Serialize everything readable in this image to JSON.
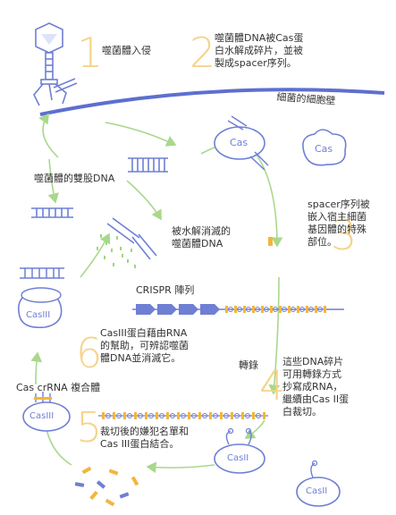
{
  "steps": [
    {
      "number": "1",
      "text": "噬菌體入侵"
    },
    {
      "number": "2",
      "text": "噬菌體DNA被Cas蛋\n白水解成碎片，並被\n製成spacer序列。"
    },
    {
      "number": "3",
      "text": "spacer序列被\n嵌入宿主細菌\n基因體的特殊\n部位。"
    },
    {
      "number": "4",
      "text": "這些DNA碎片\n可用轉錄方式\n抄寫成RNA，\n繼續由Cas II蛋\n白裁切。"
    },
    {
      "number": "5",
      "text": "裁切後的嫌犯名單和\nCas III蛋白結合。"
    },
    {
      "number": "6",
      "text": "CasIII蛋白藉由RNA\n的幫助，可辨認噬菌\n體DNA並消滅它。"
    }
  ],
  "labels": {
    "cell_wall": "細菌的細胞壁",
    "phage_dsdna": "噬菌體的雙股DNA",
    "hydrolyzed": "被水解消滅的\n噬菌體DNA",
    "crispr_array": "CRISPR 陣列",
    "transcription": "轉錄",
    "crrna_complex": "Cas crRNA 複合體"
  },
  "proteins": {
    "cas_a": "Cas",
    "cas_b": "Cas",
    "cas_iii_a": "CasIII",
    "cas_iii_b": "CasIII",
    "cas_ii_a": "CasII",
    "cas_ii_b": "CasII"
  },
  "colors": {
    "blue": "#6f7fd4",
    "light_blue": "#aab8ee",
    "green_arrow": "#a9d88c",
    "orange_spacer": "#f3b63b",
    "step_number": "#f6d48a",
    "fragment_green": "#9fd67c"
  }
}
